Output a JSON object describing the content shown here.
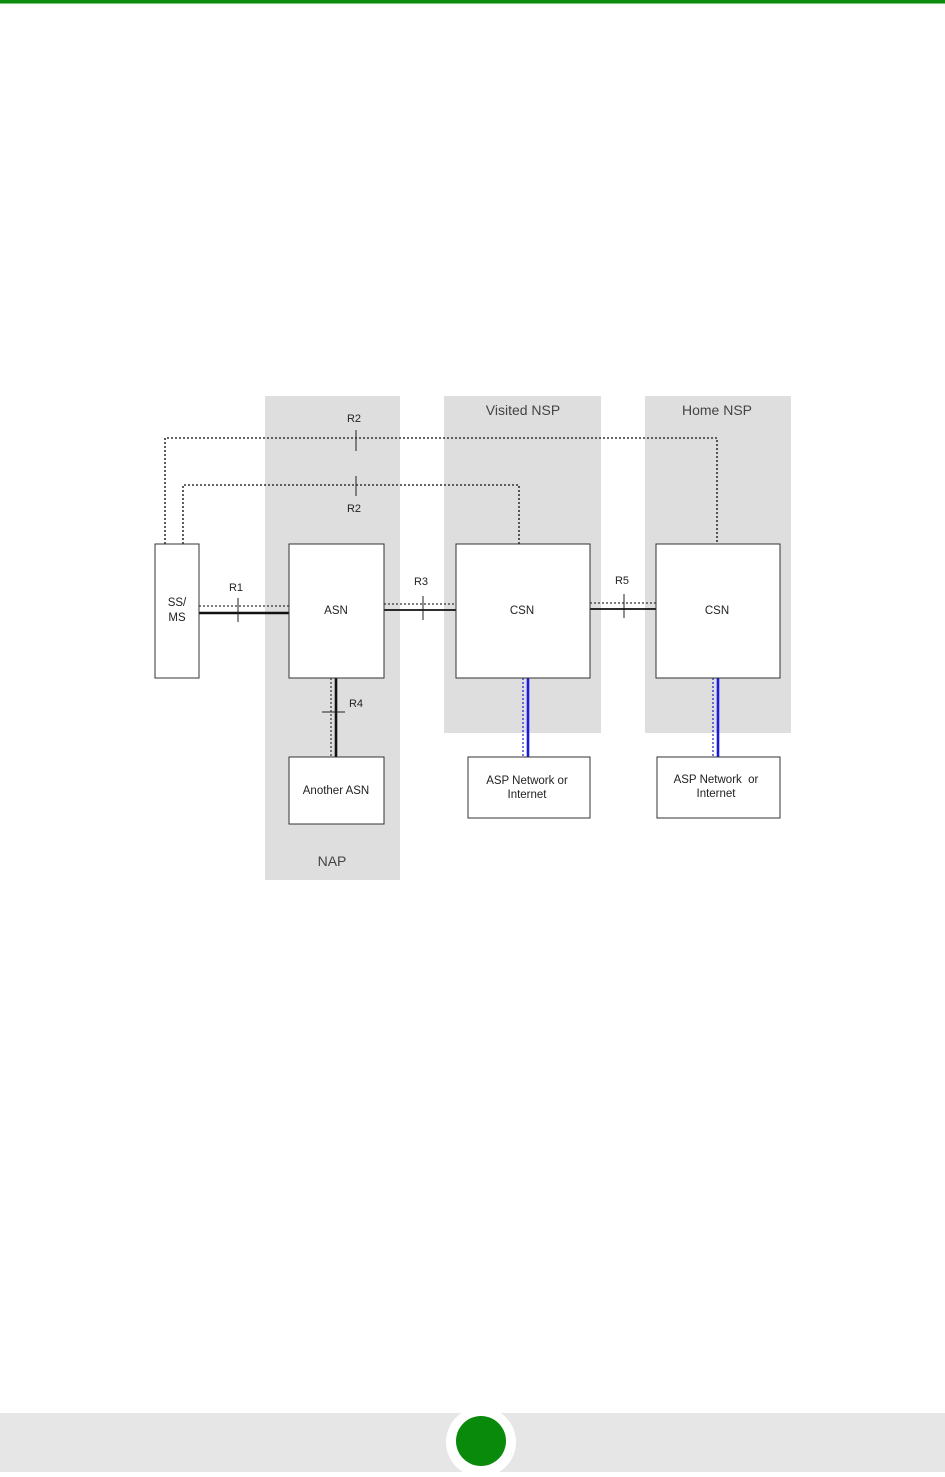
{
  "regions": {
    "nap": "NAP",
    "visited_nsp": "Visited NSP",
    "home_nsp": "Home NSP"
  },
  "nodes": {
    "ss_ms": [
      "SS/",
      "MS"
    ],
    "asn": "ASN",
    "another_asn": "Another ASN",
    "csn_visited": "CSN",
    "csn_home": "CSN",
    "asp_visited": [
      "ASP Network or",
      "Internet"
    ],
    "asp_home": [
      "ASP Network  or",
      "Internet"
    ]
  },
  "interfaces": {
    "r1": "R1",
    "r2_top": "R2",
    "r2_bottom": "R2",
    "r3": "R3",
    "r4": "R4",
    "r5": "R5"
  },
  "colors": {
    "brand_green": "#0a8a0a",
    "region_fill": "#dedede",
    "data_path_blue": "#1a1adc"
  }
}
